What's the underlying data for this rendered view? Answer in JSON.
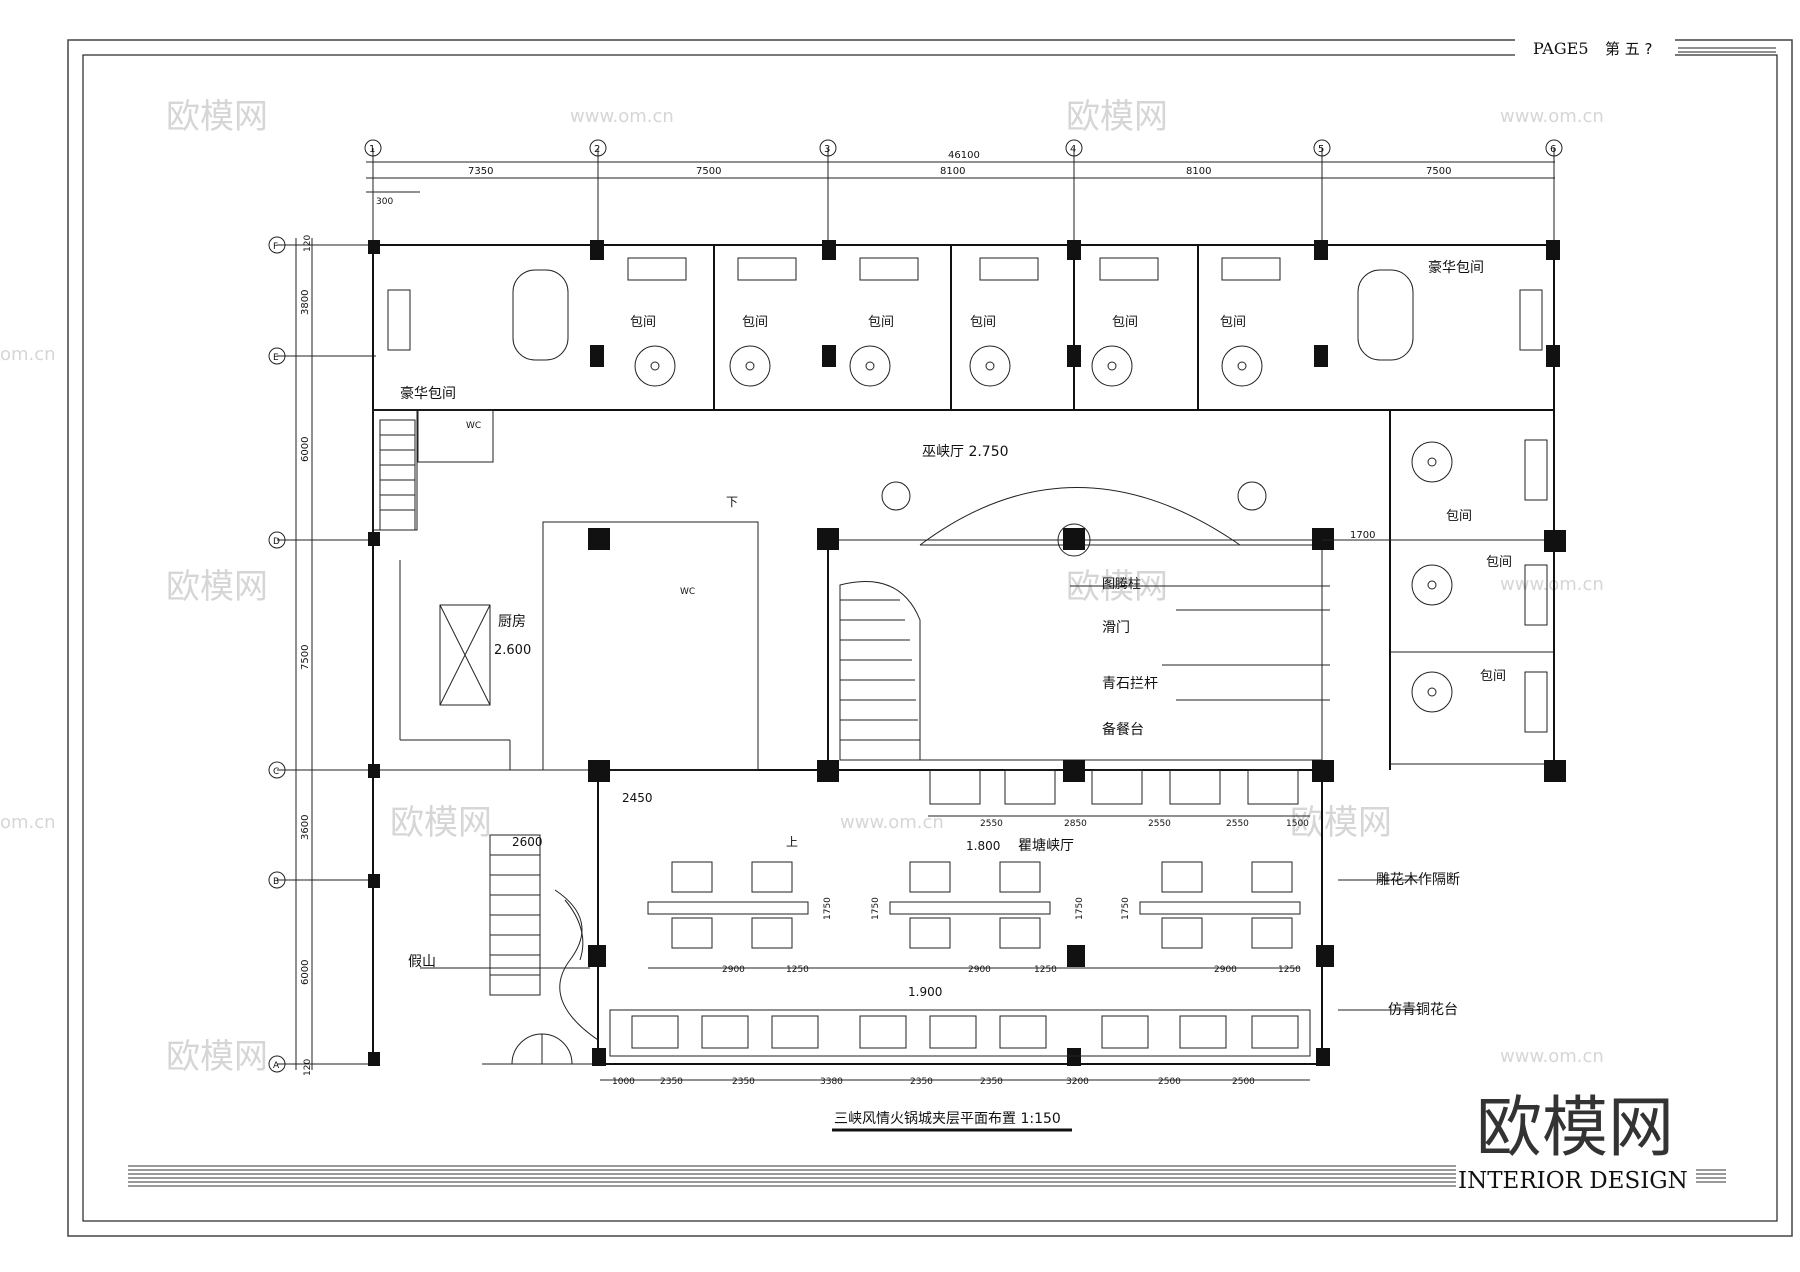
{
  "header": {
    "page_label": "PAGE5",
    "page_chinese": "第 五 ?"
  },
  "grid": {
    "top_axes": [
      "1",
      "2",
      "3",
      "4",
      "5",
      "6"
    ],
    "left_axes": [
      "F",
      "E",
      "D",
      "C",
      "B",
      "A"
    ],
    "overall_dim": "46100",
    "top_dims": [
      "7350",
      "7500",
      "8100",
      "8100",
      "7500"
    ],
    "offset_dim": "300",
    "left_dims": [
      "120",
      "3800",
      "6000",
      "7500",
      "3600",
      "6000",
      "120"
    ]
  },
  "rooms": {
    "luxury_left": "豪华包间",
    "luxury_right": "豪华包间",
    "private": "包间",
    "wc": "WC",
    "kitchen": "厨房",
    "kitchen_level": "2.600",
    "wuxia_hall": "巫峡厅 2.750",
    "totem": "图腾柱",
    "sliding_door": "滑门",
    "stone_rail": "青石拦杆",
    "serving": "备餐台",
    "qutang_hall": "瞿塘峡厅",
    "level_1800": "1.800",
    "level_1900": "1.900",
    "level_2450": "2450",
    "level_2600": "2600",
    "dim_1700": "1700",
    "carved_partition": "雕花木作隔断",
    "bronze_planter": "仿青铜花台",
    "rockery": "假山",
    "down": "下",
    "up": "上"
  },
  "dims_mid": [
    "2550",
    "2850",
    "2550",
    "2550",
    "1500"
  ],
  "dims_partition": [
    "2900",
    "1250",
    "2900",
    "1250",
    "2900",
    "1250"
  ],
  "dims_vertical": [
    "1750",
    "1750",
    "1750",
    "1750"
  ],
  "dims_bottom": [
    "1000",
    "2350",
    "2350",
    "3380",
    "2350",
    "2350",
    "3200",
    "2500",
    "2500"
  ],
  "title": "三峡风情火锅城夹层平面布置 1:150",
  "brand": {
    "logo": "欧模网",
    "subtitle": "INTERIOR DESIGN"
  },
  "watermarks": {
    "logo": "欧模网",
    "url": "www.om.cn",
    "partial": "om.cn"
  }
}
